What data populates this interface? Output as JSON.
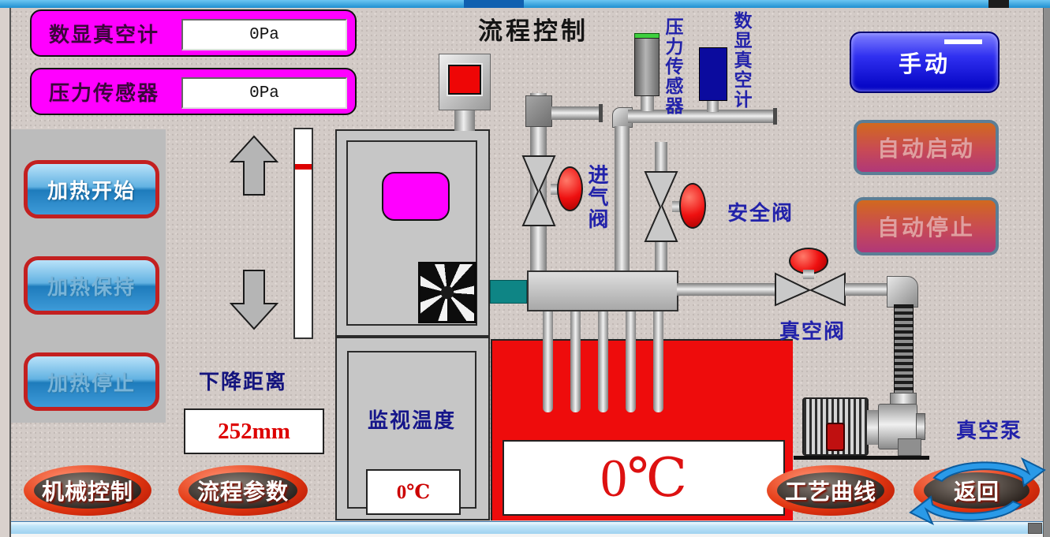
{
  "title": "流程控制",
  "readouts": {
    "vacuum_gauge": {
      "label": "数显真空计",
      "value": "0Pa"
    },
    "pressure_sensor": {
      "label": "压力传感器",
      "value": "0Pa"
    }
  },
  "heating": {
    "start": "加热开始",
    "hold": "加热保持",
    "stop": "加热停止"
  },
  "mode": {
    "manual": "手动",
    "auto_start": "自动启动",
    "auto_stop": "自动停止"
  },
  "descent": {
    "label": "下降距离",
    "value": "252mm"
  },
  "monitor": {
    "label": "监视温度",
    "value": "0℃"
  },
  "tank": {
    "temperature": "0℃"
  },
  "plant_labels": {
    "intake_valve": "进气阀",
    "safety_valve": "安全阀",
    "vacuum_valve": "真空阀",
    "vacuum_pump": "真空泵",
    "pressure_sensor_vertical": "压力传感器",
    "vacuum_gauge_vertical": "数显真空计"
  },
  "nav": {
    "mechanical": "机械控制",
    "process_params": "流程参数",
    "process_curve": "工艺曲线",
    "back": "返回"
  },
  "colors": {
    "magenta": "#ff00ff",
    "alarm_red": "#ee0c0c",
    "manual_blue": "#2020e0",
    "teal": "#0e8585",
    "value_red": "#dd0000",
    "label_blue": "#2222aa"
  }
}
